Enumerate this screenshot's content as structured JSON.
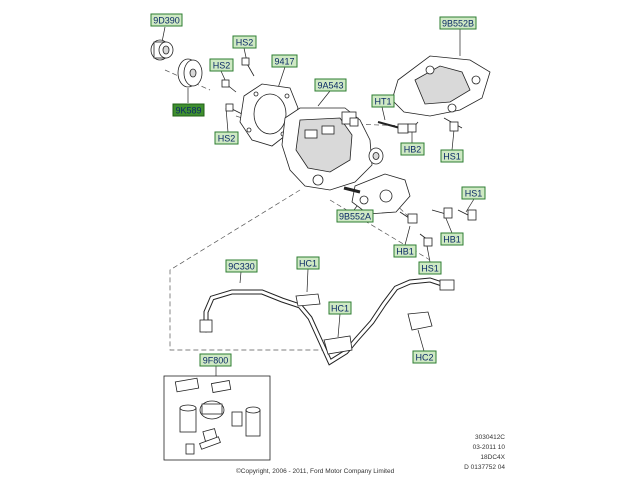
{
  "callouts": [
    {
      "id": "c-9d390",
      "label": "9D390"
    },
    {
      "id": "c-hs2a",
      "label": "HS2"
    },
    {
      "id": "c-hs2b",
      "label": "HS2"
    },
    {
      "id": "c-9k589",
      "label": "9K589",
      "highlighted": true
    },
    {
      "id": "c-hs2c",
      "label": "HS2"
    },
    {
      "id": "c-9417",
      "label": "9417"
    },
    {
      "id": "c-9a543",
      "label": "9A543"
    },
    {
      "id": "c-9b552b",
      "label": "9B552B"
    },
    {
      "id": "c-ht1",
      "label": "HT1"
    },
    {
      "id": "c-hb2",
      "label": "HB2"
    },
    {
      "id": "c-hs1a",
      "label": "HS1"
    },
    {
      "id": "c-hs1b",
      "label": "HS1"
    },
    {
      "id": "c-9b552a",
      "label": "9B552A"
    },
    {
      "id": "c-hb1a",
      "label": "HB1"
    },
    {
      "id": "c-hb1b",
      "label": "HB1"
    },
    {
      "id": "c-hs1c",
      "label": "HS1"
    },
    {
      "id": "c-9c330",
      "label": "9C330"
    },
    {
      "id": "c-hc1a",
      "label": "HC1"
    },
    {
      "id": "c-hc1b",
      "label": "HC1"
    },
    {
      "id": "c-hc2",
      "label": "HC2"
    },
    {
      "id": "c-9f800",
      "label": "9F800"
    }
  ],
  "footer": {
    "codes": [
      "3030412C",
      "03-2011 10",
      "18DC4X",
      "D 0137752 04"
    ],
    "copyright": "©Copyright, 2006 - 2011, Ford Motor Company Limited"
  },
  "colors": {
    "callout_fill": "#cfe9c4",
    "callout_border": "#2e7d32",
    "callout_highlight": "#3f8f2f",
    "callout_text": "#0b2a66"
  }
}
